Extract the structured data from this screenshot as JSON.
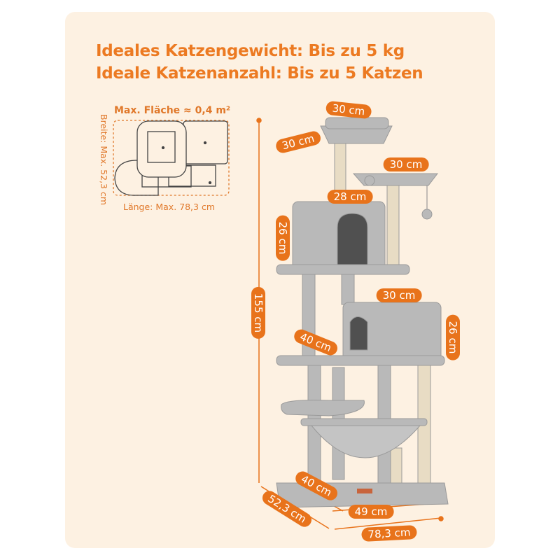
{
  "headline": {
    "line1": "Ideales Katzengewicht: Bis zu 5 kg",
    "line2": "Ideale Katzenanzahl: Bis zu 5 Katzen"
  },
  "footprint": {
    "area_label": "Max. Fläche ≈ 0,4 m²",
    "width_label": "Breite: Max. 52,3 cm",
    "length_label": "Länge: Max. 78,3 cm"
  },
  "dimensions": {
    "top_platform_width": "30 cm",
    "top_platform_depth": "30 cm",
    "side_platform": "30 cm",
    "upper_condo_width": "28 cm",
    "upper_condo_height": "26 cm",
    "total_height": "155 cm",
    "lower_condo_width": "30 cm",
    "lower_condo_height": "26 cm",
    "middle_platform": "40 cm",
    "base_depth": "40 cm",
    "total_width": "52,3 cm",
    "base_width": "49 cm",
    "total_length": "78,3 cm"
  },
  "colors": {
    "accent": "#e8731b",
    "background": "#fdf1e2",
    "plush": "#b9b9b9"
  }
}
